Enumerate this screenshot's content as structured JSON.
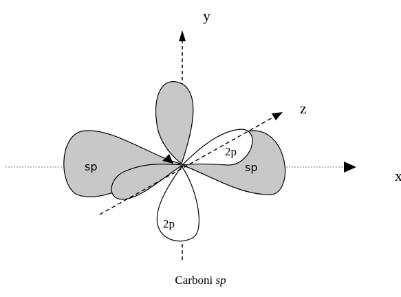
{
  "axes": {
    "x_label": "x",
    "y_label": "y",
    "z_label": "z"
  },
  "orbital_labels": {
    "sp_left": "sp",
    "sp_right": "sp",
    "p_top_right": "2p",
    "p_bottom": "2p"
  },
  "caption": {
    "text": "Carboni",
    "italic": "sp"
  },
  "colors": {
    "hybrid_fill": "#c8c8c8",
    "p_fill": "#ffffff",
    "outline": "#000000",
    "axis_dotted": "#777777"
  }
}
